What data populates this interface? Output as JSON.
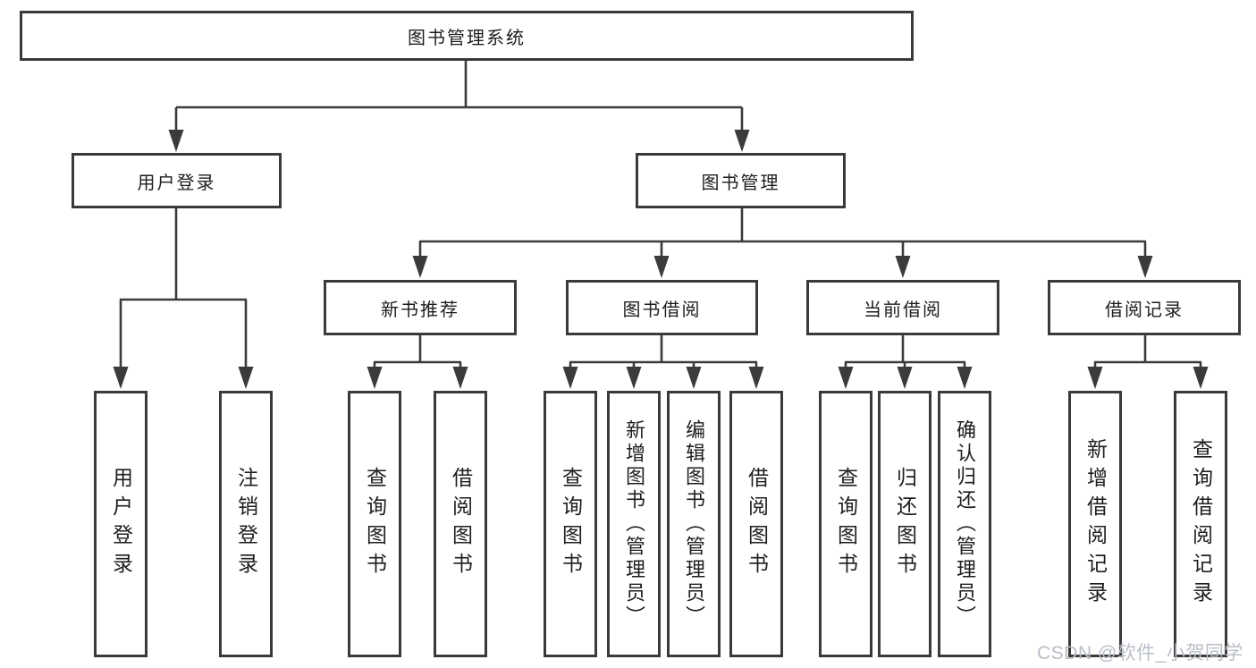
{
  "diagram": {
    "root": {
      "label": "图书管理系统"
    },
    "level2": [
      {
        "label": "用户登录"
      },
      {
        "label": "图书管理"
      }
    ],
    "level3": [
      {
        "label": "新书推荐"
      },
      {
        "label": "图书借阅"
      },
      {
        "label": "当前借阅"
      },
      {
        "label": "借阅记录"
      }
    ],
    "level4": {
      "user_login": [
        {
          "label": "用户登录"
        },
        {
          "label": "注销登录"
        }
      ],
      "new_book_recommend": [
        {
          "label": "查询图书"
        },
        {
          "label": "借阅图书"
        }
      ],
      "book_borrow": [
        {
          "label": "查询图书"
        },
        {
          "label": "新增图书（管理员）"
        },
        {
          "label": "编辑图书（管理员）"
        },
        {
          "label": "借阅图书"
        }
      ],
      "current_borrow": [
        {
          "label": "查询图书"
        },
        {
          "label": "归还图书"
        },
        {
          "label": "确认归还（管理员）"
        }
      ],
      "borrow_record": [
        {
          "label": "新增借阅记录"
        },
        {
          "label": "查询借阅记录"
        }
      ]
    }
  },
  "watermark": {
    "text": "CSDN @软件_小贺同学"
  },
  "colors": {
    "line_color": "#3b3b3b",
    "box_border": "#3a3a3a",
    "text_color": "#1e1e1e",
    "watermark_color": "#b9bec6",
    "background": "#ffffff"
  }
}
